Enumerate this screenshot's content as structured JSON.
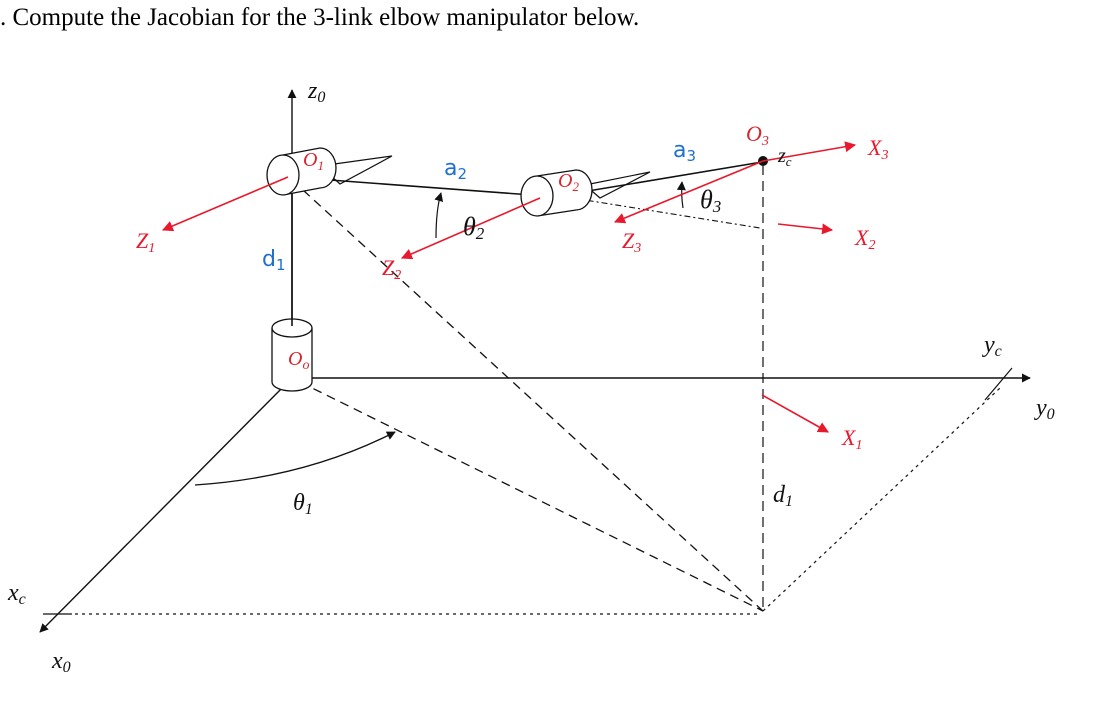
{
  "question": ". Compute the Jacobian for the 3-link elbow manipulator below.",
  "colors": {
    "axis_red": "#e8192c",
    "origin_red": "#d8262e",
    "link_blue": "#1f6fd1",
    "line_black": "#111111"
  },
  "labels": {
    "z0": {
      "main": "z",
      "sub": "0"
    },
    "yc": {
      "main": "y",
      "sub": "c"
    },
    "y0": {
      "main": "y",
      "sub": "0"
    },
    "xc": {
      "main": "x",
      "sub": "c"
    },
    "x0": {
      "main": "x",
      "sub": "0"
    },
    "zc": {
      "main": "z",
      "sub": "c"
    },
    "theta1": {
      "main": "θ",
      "sub": "1"
    },
    "theta2": {
      "main": "θ",
      "sub": "2"
    },
    "theta3": {
      "main": "θ",
      "sub": "3"
    },
    "d1_link": {
      "main": "d",
      "sub": "1"
    },
    "d1_drop": {
      "main": "d",
      "sub": "1"
    },
    "a2": {
      "main": "a",
      "sub": "2"
    },
    "a3": {
      "main": "a",
      "sub": "3"
    },
    "Z1": {
      "main": "Z",
      "sub": "1"
    },
    "Z2": {
      "main": "Z",
      "sub": "2"
    },
    "Z3": {
      "main": "Z",
      "sub": "3"
    },
    "X1": {
      "main": "X",
      "sub": "1"
    },
    "X2": {
      "main": "X",
      "sub": "2"
    },
    "X3": {
      "main": "X",
      "sub": "3"
    },
    "O0": {
      "main": "O",
      "sub": "o"
    },
    "O1": {
      "main": "O",
      "sub": "1"
    },
    "O2": {
      "main": "O",
      "sub": "2"
    },
    "O3": {
      "main": "O",
      "sub": "3"
    }
  }
}
